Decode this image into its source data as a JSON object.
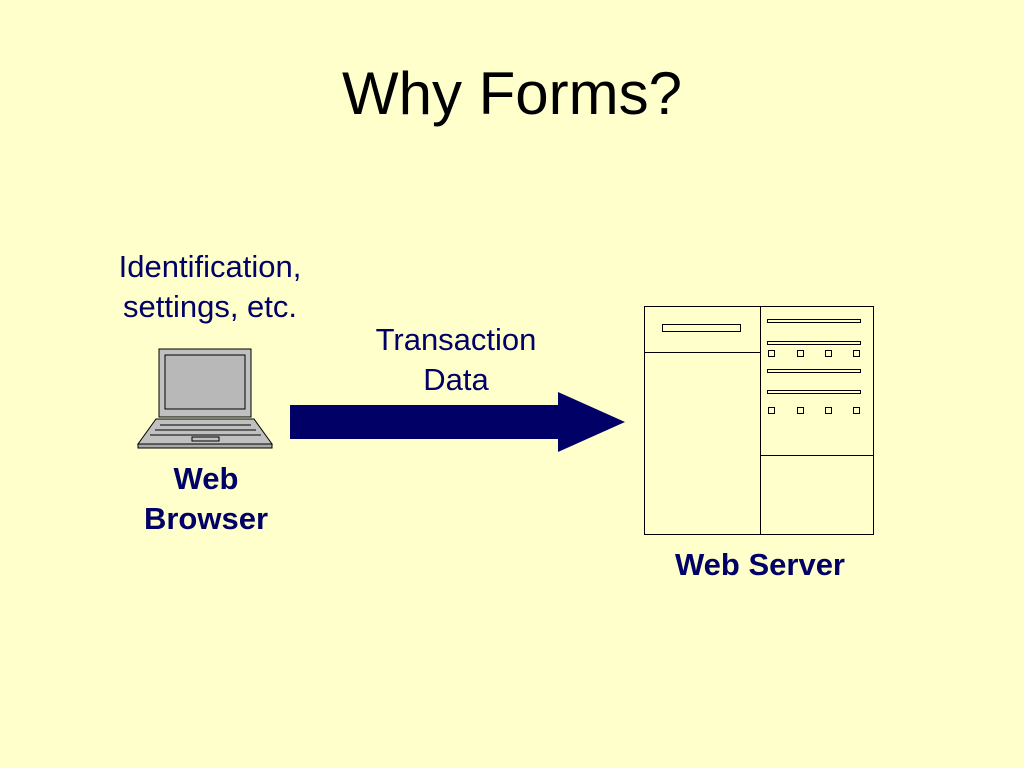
{
  "slide": {
    "title": "Why Forms?"
  },
  "client": {
    "note_line1": "Identification,",
    "note_line2": "settings, etc.",
    "label_line1": "Web",
    "label_line2": "Browser"
  },
  "connector": {
    "label_line1": "Transaction",
    "label_line2": "Data"
  },
  "server": {
    "label": "Web Server"
  },
  "colors": {
    "background": "#ffffcc",
    "text_accent": "#000066",
    "arrow": "#000066",
    "laptop_body": "#c0c0c0",
    "laptop_screen": "#b8b8b8"
  },
  "icons": {
    "client": "laptop-icon",
    "server": "server-document-icon",
    "flow": "right-arrow"
  }
}
